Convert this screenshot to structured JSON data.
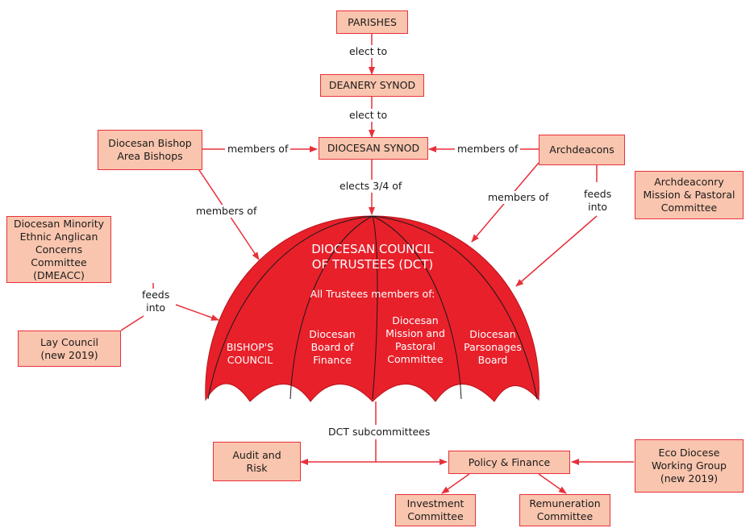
{
  "boxes": {
    "parishes": [
      "PARISHES"
    ],
    "deanery_synod": [
      "DEANERY SYNOD"
    ],
    "diocesan_synod": [
      "DIOCESAN SYNOD"
    ],
    "bishops": [
      "Diocesan Bishop",
      "Area Bishops"
    ],
    "archdeacons": [
      "Archdeacons"
    ],
    "archdeaconry_committee": [
      "Archdeaconry",
      "Mission & Pastoral",
      "Committee"
    ],
    "dmeacc": [
      "Diocesan Minority",
      "Ethnic Anglican",
      "Concerns Committee",
      "(DMEACC)"
    ],
    "lay_council": [
      "Lay Council",
      "(new 2019)"
    ],
    "audit_risk": [
      "Audit and",
      "Risk"
    ],
    "policy_finance": [
      "Policy & Finance"
    ],
    "eco_diocese": [
      "Eco Diocese",
      "Working Group",
      "(new 2019)"
    ],
    "investment": [
      "Investment",
      "Committee"
    ],
    "remuneration": [
      "Remuneration",
      "Committee"
    ]
  },
  "labels": {
    "elect_to_1": "elect to",
    "elect_to_2": "elect to",
    "members_of_left": "members of",
    "members_of_right": "members of",
    "elects_three_quarters": "elects 3/4 of",
    "members_of_bishops_down": "members of",
    "members_of_archdeacons_down": "members of",
    "feeds_into_right": [
      "feeds",
      "into"
    ],
    "feeds_into_left": [
      "feeds",
      "into"
    ],
    "dct_subcommittees": "DCT subcommittees"
  },
  "umbrella": {
    "title": [
      "DIOCESAN COUNCIL",
      "OF TRUSTEES (DCT)"
    ],
    "subtitle": "All Trustees members of:",
    "sections": [
      [
        "BISHOP'S",
        "COUNCIL"
      ],
      [
        "Diocesan",
        "Board of",
        "Finance"
      ],
      [
        "Diocesan",
        "Mission and",
        "Pastoral",
        "Committee"
      ],
      [
        "Diocesan",
        "Parsonages",
        "Board"
      ]
    ]
  },
  "colors": {
    "umbrella_fill": "#e8202a",
    "box_fill": "#f9c5ae",
    "line_red": "#e8303a"
  }
}
